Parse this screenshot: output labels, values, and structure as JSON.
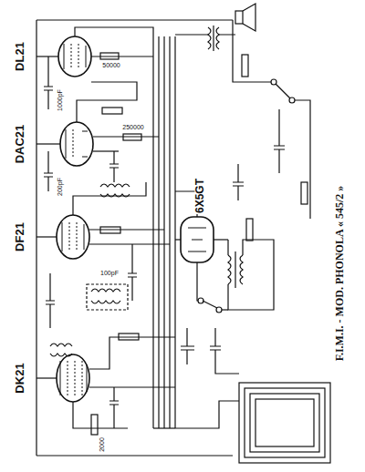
{
  "diagram": {
    "title": "F.I.M.I. - MOD. PHONOLA « 545/2 »",
    "labels": [
      "DL21",
      "DAC21",
      "DF21",
      "DK21",
      "6X5GT",
      "1000pF",
      "200pF",
      "50000",
      "250000",
      "100pF",
      "2000"
    ]
  }
}
